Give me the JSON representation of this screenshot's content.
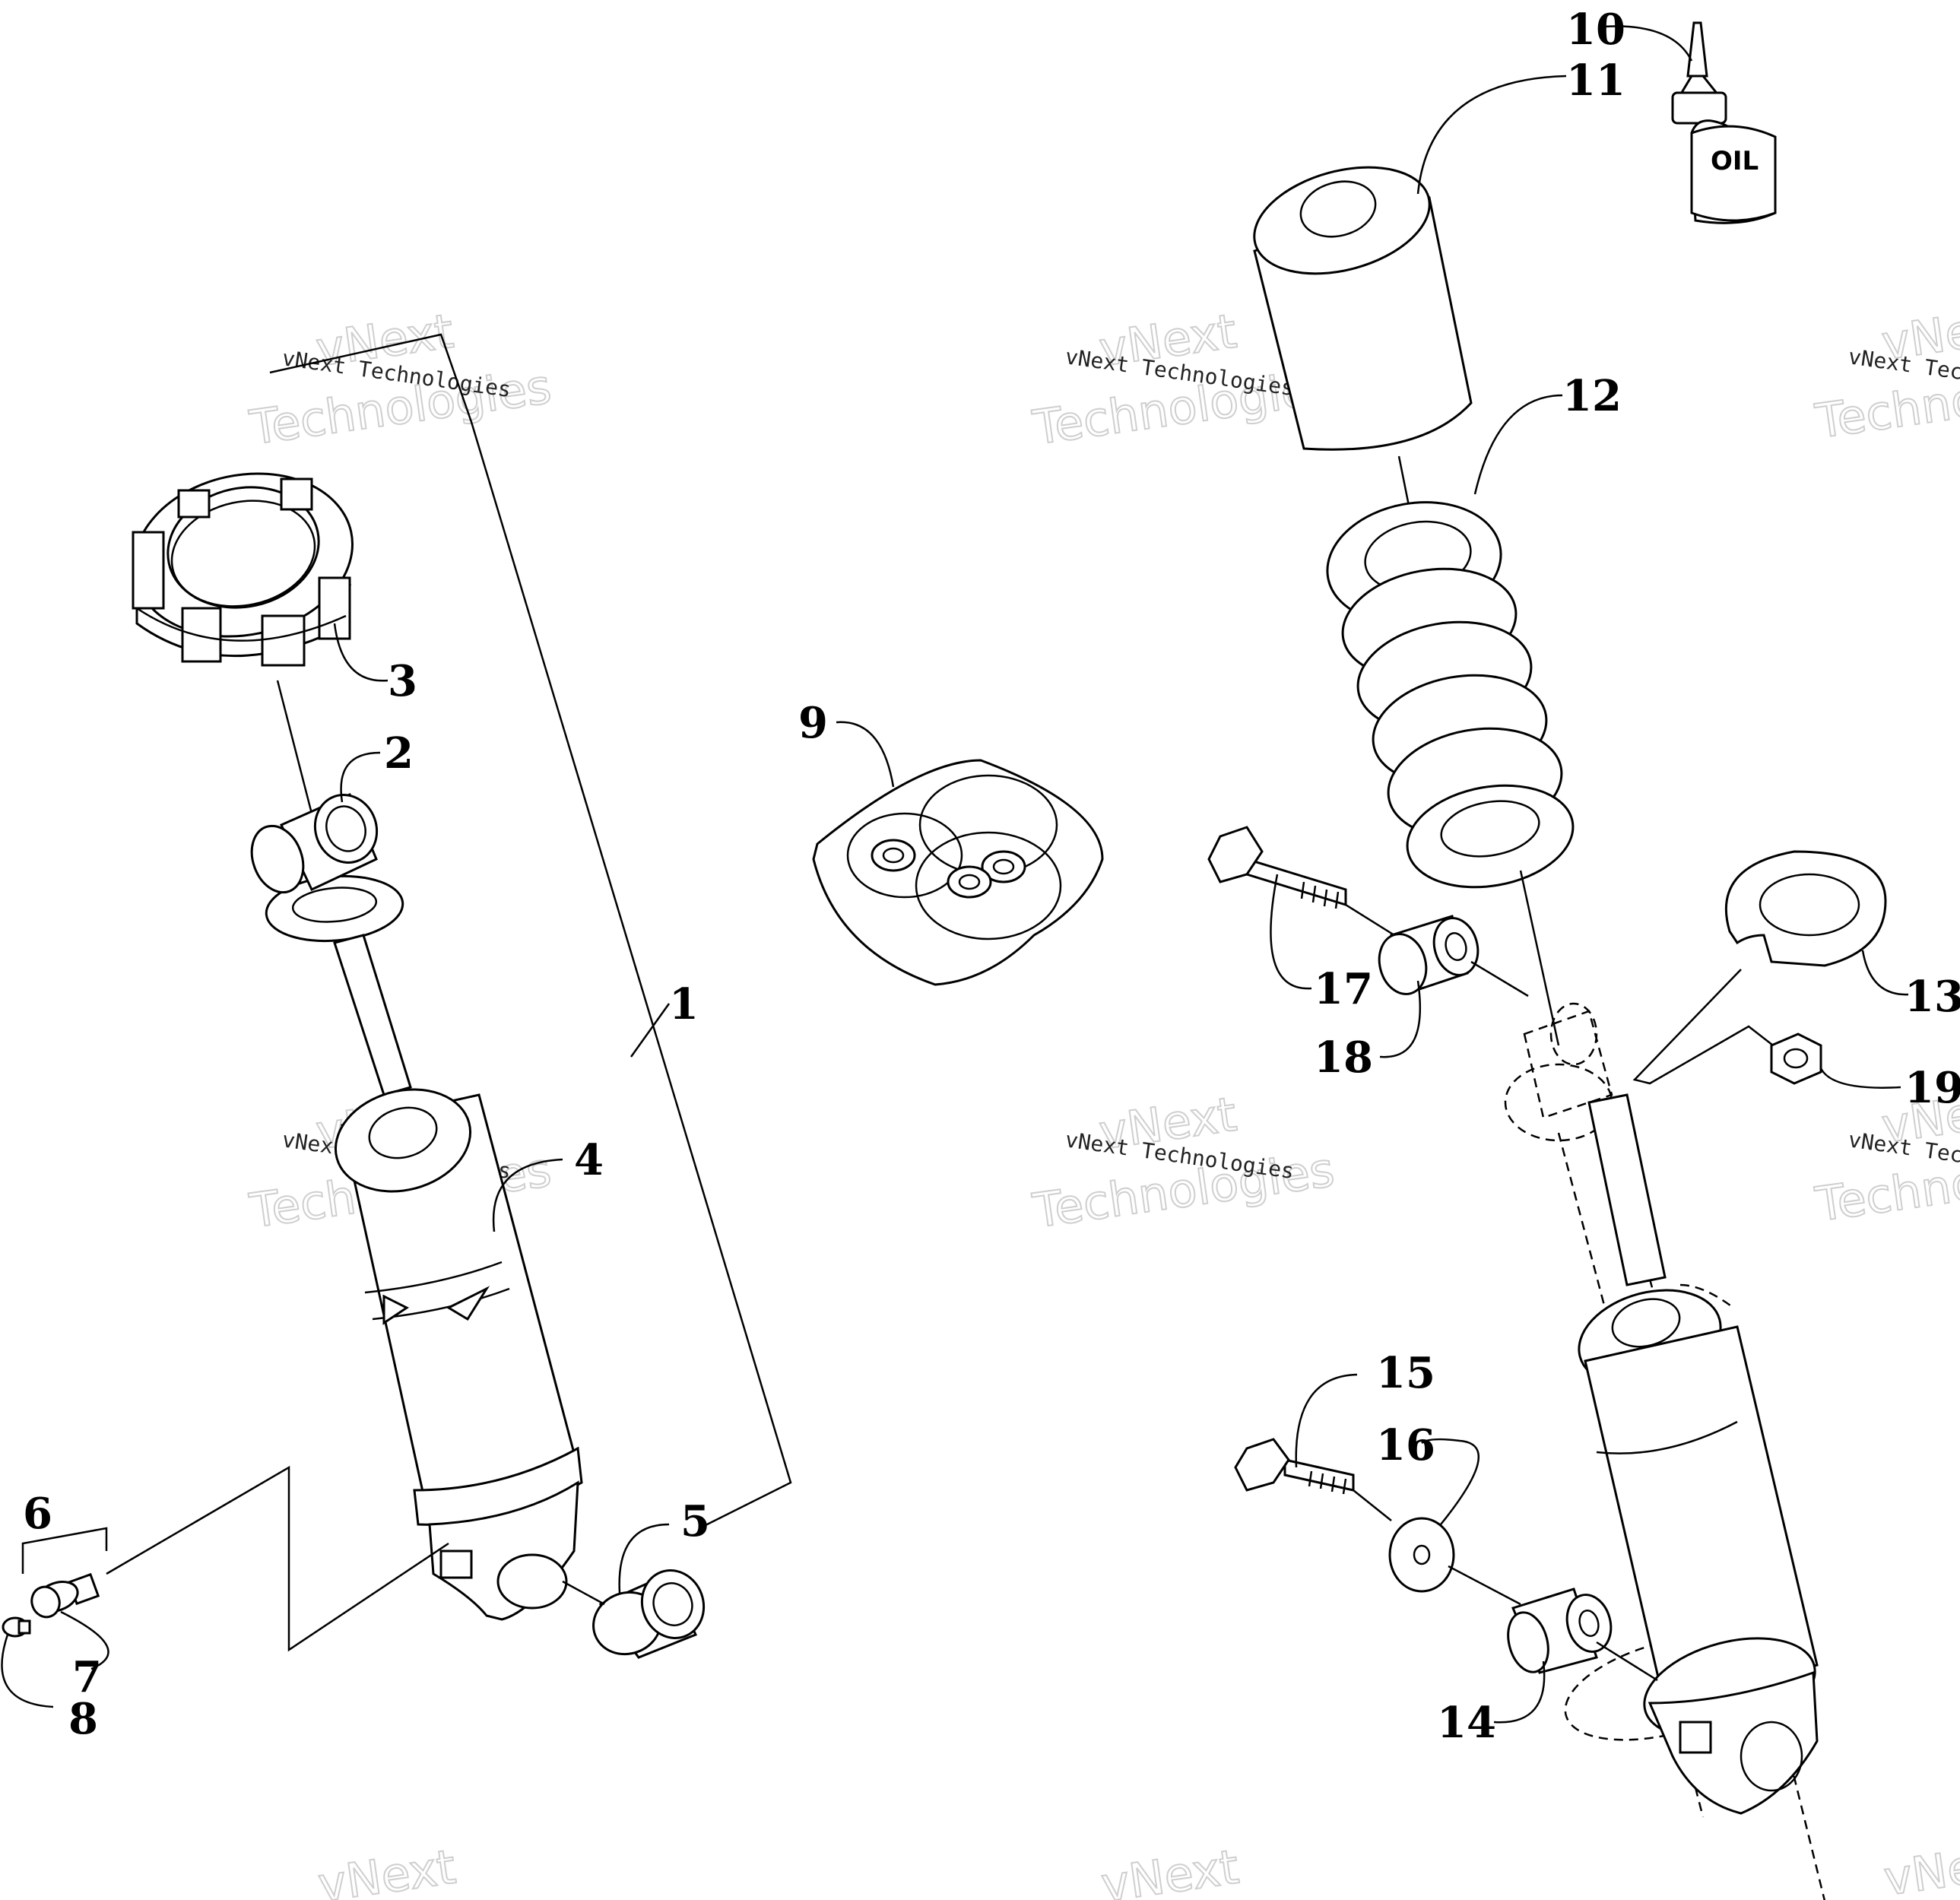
{
  "callouts": [
    "1",
    "2",
    "3",
    "4",
    "5",
    "6",
    "7",
    "8",
    "9",
    "10",
    "11",
    "12",
    "13",
    "14",
    "15",
    "16",
    "17",
    "18",
    "19"
  ],
  "oil_label": "OIL",
  "watermark": {
    "line1": "vNext Technologies",
    "big_top": "vNext",
    "big_bottom": "Technologies"
  }
}
